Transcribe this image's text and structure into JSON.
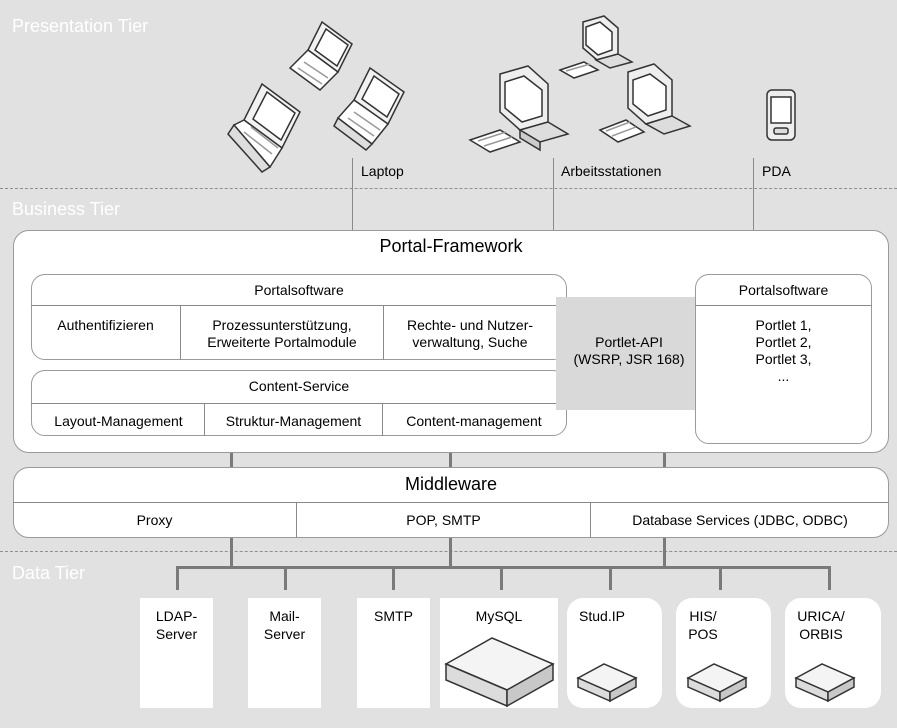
{
  "tiers": {
    "presentation": "Presentation Tier",
    "business": "Business Tier",
    "data": "Data Tier"
  },
  "clients": {
    "laptop": "Laptop",
    "workstations": "Arbeitsstationen",
    "pda": "PDA"
  },
  "portal": {
    "title": "Portal-Framework",
    "left_portalsoftware": {
      "title": "Portalsoftware",
      "cells": [
        "Authentifizieren",
        "Prozessunterstützung,",
        "Erweiterte Portalmodule",
        "Rechte- und Nutzer-",
        "verwaltung, Suche"
      ]
    },
    "content_service": {
      "title": "Content-Service",
      "cells": [
        "Layout-Management",
        "Struktur-Management",
        "Content-management"
      ]
    },
    "portlet_api": {
      "line1": "Portlet-API",
      "line2": "(WSRP, JSR 168)"
    },
    "right_portalsoftware": {
      "title": "Portalsoftware",
      "items": [
        "Portlet 1,",
        "Portlet 2,",
        "Portlet 3,",
        "..."
      ]
    }
  },
  "middleware": {
    "title": "Middleware",
    "cells": [
      "Proxy",
      "POP, SMTP",
      "Database Services (JDBC, ODBC)"
    ]
  },
  "data_sources": [
    {
      "line1": "LDAP-",
      "line2": "Server"
    },
    {
      "line1": "Mail-",
      "line2": "Server"
    },
    {
      "line1": "SMTP",
      "line2": ""
    },
    {
      "line1": "MySQL",
      "line2": ""
    },
    {
      "line1": "Stud.IP",
      "line2": ""
    },
    {
      "line1": "HIS/",
      "line2": "POS"
    },
    {
      "line1": "URICA/",
      "line2": "ORBIS"
    }
  ],
  "icons": {
    "laptop": "laptop-icon",
    "workstation": "workstation-icon",
    "pda": "pda-icon",
    "database": "database-server-icon"
  }
}
